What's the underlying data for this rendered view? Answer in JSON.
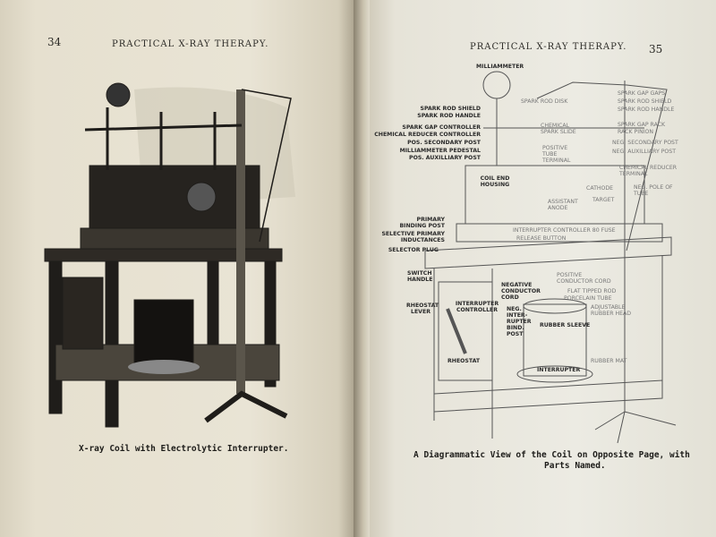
{
  "left_page": {
    "page_number": "34",
    "running_head": "PRACTICAL X-RAY THERAPY.",
    "caption": "X-ray Coil with Electrolytic Interrupter."
  },
  "right_page": {
    "page_number": "35",
    "running_head": "PRACTICAL X-RAY THERAPY.",
    "caption_line1": "A Diagrammatic View of the Coil on Opposite Page, with",
    "caption_line2": "Parts Named.",
    "labels": [
      "MILLIAMMETER",
      "SPARK ROD SHIELD",
      "SPARK ROD HANDLE",
      "SPARK GAP CONTROLLER",
      "CHEMICAL REDUCER CONTROLLER",
      "POS. SECONDARY POST",
      "MILLIAMMETER PEDESTAL",
      "POS. AUXILLIARY POST",
      "SPARK ROD DISK",
      "CHEMICAL SPARK SLIDE",
      "POSITIVE TUBE TERMINAL",
      "SPARK GAP GAPS",
      "SPARK ROD SHIELD",
      "SPARK ROD HANDLE",
      "SPARK GAP RACK",
      "RACK PINION",
      "NEG. SECONDARY POST",
      "NEG. AUXILLIARY POST",
      "CHEMICAL REDUCER TERMINAL",
      "NEG. POLE OF TUBE",
      "COIL END HOUSING",
      "CATHODE",
      "ASSISTANT ANODE",
      "TARGET",
      "PRIMARY BINDING POST",
      "SELECTIVE PRIMARY INDUCTANCES",
      "SELECTOR PLUG",
      "INTERRUPTER CONTROLLER 80 FUSE",
      "RELEASE BUTTON",
      "SWITCH HANDLE",
      "NEGATIVE CONDUCTOR CORD",
      "POSITIVE CONDUCTOR CORD",
      "FLAT TIPPED ROD",
      "PORCELAIN TUBE",
      "ADJUSTABLE RUBBER HEAD",
      "RHEOSTAT LEVER",
      "INTERRUPTER CONTROLLER",
      "NEG. INTER-RUPTER BIND. POST",
      "RUBBER SLEEVE",
      "RHEOSTAT",
      "INTERRUPTER",
      "RUBBER MAT"
    ]
  }
}
